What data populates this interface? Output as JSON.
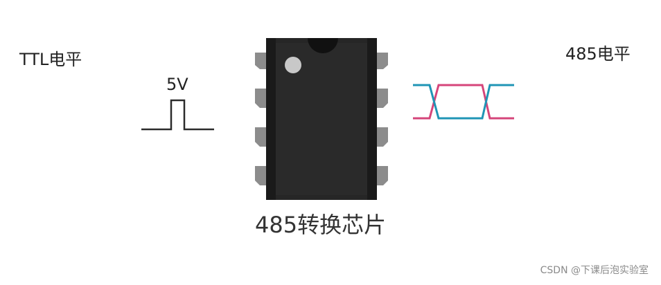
{
  "labels": {
    "ttl_level": "TTL电平",
    "pulse_voltage": "5V",
    "rs485_level": "485电平",
    "chip_name": "485转换芯片"
  },
  "watermark": "CSDN @下课后泡实验室",
  "colors": {
    "chip_body": "#262626",
    "chip_pins": "#8c8c8c",
    "pin1_dot": "#c8c8c8",
    "pulse_line": "#2b2b2b",
    "diff_line_a": "#d5457a",
    "diff_line_b": "#1f95b5"
  },
  "chip": {
    "pins_per_side": 4
  }
}
